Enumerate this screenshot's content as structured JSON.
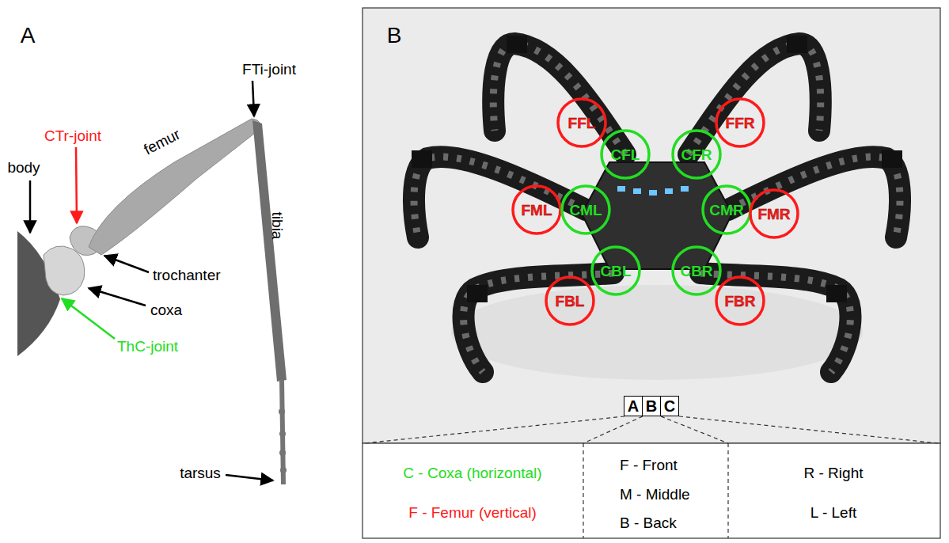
{
  "diagram": {
    "nodes": [
      {
        "text": [
          "FFL"
        ]
      },
      {
        "text": [
          "CFL"
        ]
      },
      {
        "text": [
          "CFR"
        ]
      },
      {
        "text": [
          "FFR"
        ]
      },
      {
        "text": [
          "FML"
        ]
      },
      {
        "text": [
          "CML"
        ]
      },
      {
        "text": [
          "CMR"
        ]
      },
      {
        "text": [
          "FMR"
        ]
      },
      {
        "text": [
          "CBL"
        ]
      },
      {
        "text": [
          "CBR"
        ]
      },
      {
        "text": [
          "FBL"
        ]
      },
      {
        "text": [
          "FBR"
        ]
      },
      {
        "text": [
          "A"
        ]
      },
      {
        "text": [
          "B"
        ]
      },
      {
        "text": [
          "C"
        ]
      }
    ],
    "labels": [
      "A",
      "FTi-joint",
      "CTr-joint",
      "femur",
      "body",
      "tibia",
      "trochanter",
      "coxa",
      "ThC-joint",
      "tarsus",
      "B",
      "C - Coxa (horizontal)",
      "F - Femur (vertical)",
      "F - Front",
      "M - Middle",
      "B - Back",
      "R - Right",
      "L - Left"
    ]
  }
}
